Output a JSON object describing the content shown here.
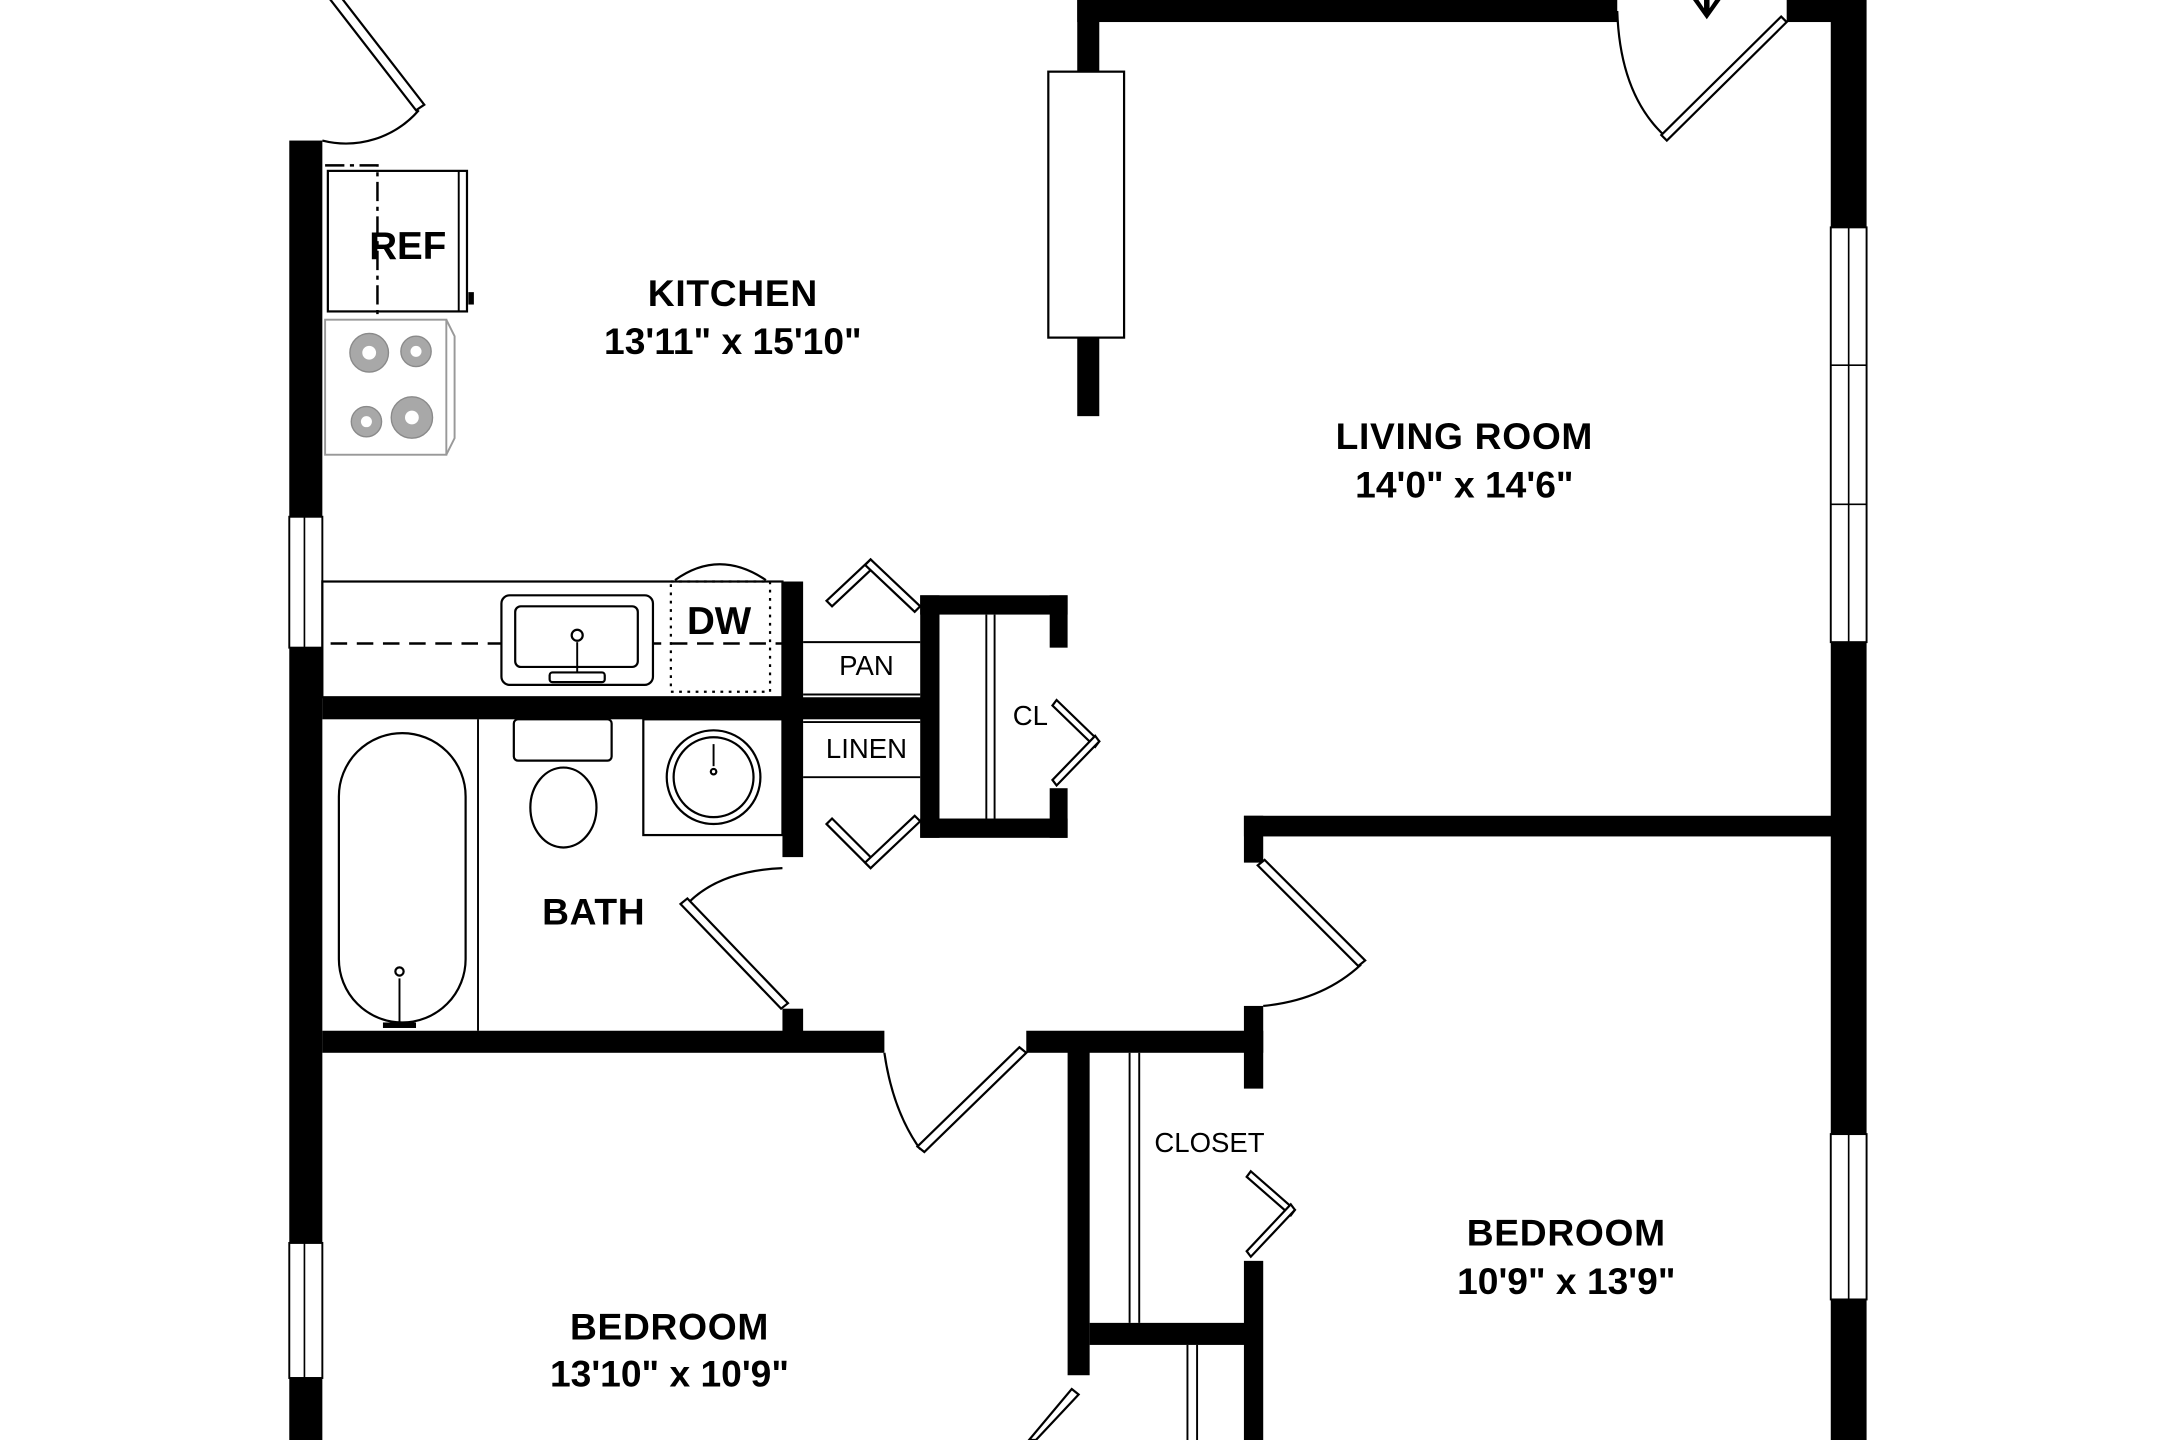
{
  "floor_plan": {
    "rooms": [
      {
        "id": "kitchen",
        "name": "KITCHEN",
        "dimensions": "13'11\" x 15'10\""
      },
      {
        "id": "living-room",
        "name": "LIVING ROOM",
        "dimensions": "14'0\" x 14'6\""
      },
      {
        "id": "bath",
        "name": "BATH",
        "dimensions": ""
      },
      {
        "id": "bedroom-left",
        "name": "BEDROOM",
        "dimensions": "13'10\" x 10'9\""
      },
      {
        "id": "bedroom-right",
        "name": "BEDROOM",
        "dimensions": "10'9\" x 13'9\""
      }
    ],
    "fixtures": {
      "refrigerator": "REF",
      "dishwasher": "DW",
      "pantry": "PAN",
      "linen": "LINEN",
      "closet_small": "CL",
      "closet": "CLOSET"
    },
    "icons": {
      "entry": "entry-arrow-icon",
      "stove": "stove-icon",
      "kitchen_sink": "kitchen-sink-icon",
      "bathtub": "bathtub-icon",
      "toilet": "toilet-icon",
      "bath_sink": "bathroom-sink-icon"
    },
    "colors": {
      "wall": "#000000",
      "background": "#ffffff",
      "burner": "#a8a8a8"
    }
  }
}
